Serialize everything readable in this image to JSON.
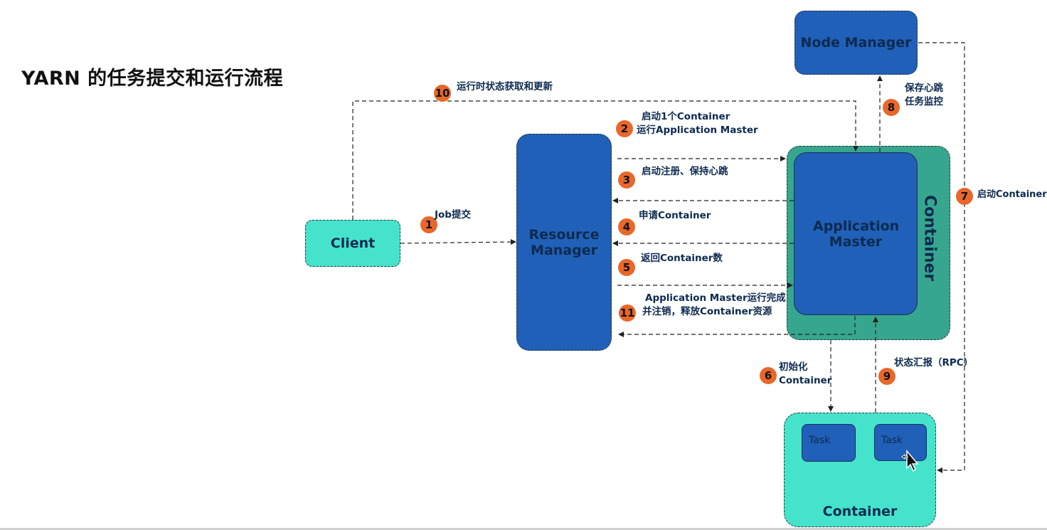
{
  "title": "YARN 的任务提交和运行流程",
  "nodes": {
    "node_manager": "Node Manager",
    "resource_manager": "Resource Manager",
    "client": "Client",
    "application_master": "Application Master",
    "am_container": "Container",
    "task_container": "Container",
    "task_1": "Task",
    "task_2": "Task"
  },
  "steps": [
    {
      "num": "1",
      "label": "Job提交"
    },
    {
      "num": "2",
      "label_line1": "启动1个Container",
      "label_line2": "运行Application Master"
    },
    {
      "num": "3",
      "label": "启动注册、保持心跳"
    },
    {
      "num": "4",
      "label": "申请Container"
    },
    {
      "num": "5",
      "label": "返回Container数"
    },
    {
      "num": "6",
      "label_line1": "初始化",
      "label_line2": "Container"
    },
    {
      "num": "7",
      "label": "启动Container"
    },
    {
      "num": "8",
      "label_line1": "保存心跳",
      "label_line2": "任务监控"
    },
    {
      "num": "9",
      "label": "状态汇报（RPC）"
    },
    {
      "num": "10",
      "label": "运行时状态获取和更新"
    },
    {
      "num": "11",
      "label_line1": "Application Master运行完成",
      "label_line2": "并注销，释放Container资源"
    }
  ],
  "colors": {
    "dark_box": "#2060b8",
    "cyan_box": "#45e3cc",
    "teal_box": "#36a68f",
    "badge": "#e8672a"
  }
}
